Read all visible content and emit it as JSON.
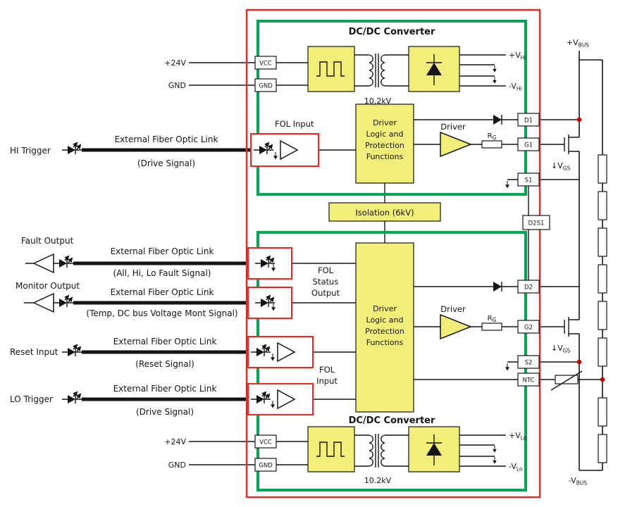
{
  "colors": {
    "yellow": "#f1ee79",
    "green": "#00a651",
    "red": "#ee2724",
    "dot": "#c00000"
  },
  "left_io": [
    {
      "label": "HI Trigger",
      "link": "External Fiber Optic Link",
      "signal": "(Drive Signal)"
    },
    {
      "label": "Fault Output",
      "link": "External Fiber Optic Link",
      "signal": "(All, Hi, Lo Fault Signal)"
    },
    {
      "label": "Monitor Output",
      "link": "External Fiber Optic Link",
      "signal": "(Temp, DC bus Voltage Mont Signal)"
    },
    {
      "label": "Reset Input",
      "link": "External Fiber Optic Link",
      "signal": "(Reset Signal)"
    },
    {
      "label": "LO Trigger",
      "link": "External Fiber Optic Link",
      "signal": "(Drive Signal)"
    }
  ],
  "high_side": {
    "dcdc_title": "DC/DC Converter",
    "supply_pos": "+24V",
    "supply_gnd": "GND",
    "vcc": "VCC",
    "gnd": "GND",
    "xfmr_rating": "10.2kV",
    "out_pos_main": "+V",
    "out_pos_sub": "Hi",
    "out_neg_main": "-V",
    "out_neg_sub": "Hi",
    "fol_input": "FOL Input",
    "logic_lines": [
      "Driver",
      "Logic and",
      "Protection",
      "Functions"
    ],
    "driver": "Driver",
    "rg_main": "R",
    "rg_sub": "G",
    "d": "D1",
    "g": "G1",
    "s": "S1",
    "vgs_main": "↓V",
    "vgs_sub": "GS"
  },
  "isolation": "Isolation (6kV)",
  "mid_terminal": "D2S1",
  "low_side": {
    "fol_status_lines": [
      "FOL",
      "Status",
      "Output"
    ],
    "fol_input_lines": [
      "FOL",
      "Input"
    ],
    "logic_lines": [
      "Driver",
      "Logic and",
      "Protection",
      "Functions"
    ],
    "driver": "Driver",
    "rg_main": "R",
    "rg_sub": "G",
    "d": "D2",
    "g": "G2",
    "s": "S2",
    "ntc": "NTC",
    "vgs_main": "↓V",
    "vgs_sub": "GS",
    "dcdc_title": "DC/DC Converter",
    "supply_pos": "+24V",
    "supply_gnd": "GND",
    "vcc": "VCC",
    "gnd": "GND",
    "xfmr_rating": "10.2kV",
    "out_pos_main": "+V",
    "out_pos_sub": "Lo",
    "out_neg_main": "-V",
    "out_neg_sub": "Lo"
  },
  "bus": {
    "pos_main": "+V",
    "pos_sub": "BUS",
    "neg_main": "-V",
    "neg_sub": "BUS"
  }
}
